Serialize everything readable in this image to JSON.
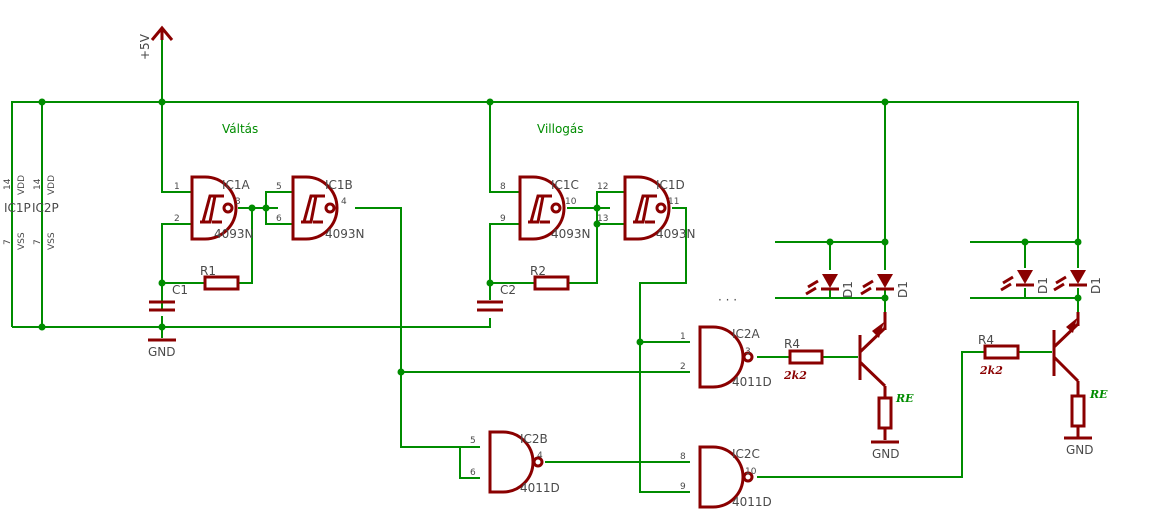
{
  "colors": {
    "wire": "#008c00",
    "component": "#8a0000",
    "label": "#4a4a4a",
    "background": "#ffffff"
  },
  "supply": {
    "label": "+5V"
  },
  "sections": {
    "valtas": "Váltás",
    "villogas": "Villogás"
  },
  "power_pins": {
    "ic1": {
      "name": "IC1P",
      "vdd_pin": "14",
      "vdd": "VDD",
      "vss_pin": "7",
      "vss": "VSS"
    },
    "ic2": {
      "name": "IC2P",
      "vdd_pin": "14",
      "vdd": "VDD",
      "vss_pin": "7",
      "vss": "VSS"
    }
  },
  "gates": {
    "ic1a": {
      "name": "IC1A",
      "type": "4093N",
      "in1": "1",
      "in2": "2",
      "out": "3"
    },
    "ic1b": {
      "name": "IC1B",
      "type": "4093N",
      "in1": "5",
      "in2": "6",
      "out": "4"
    },
    "ic1c": {
      "name": "IC1C",
      "type": "4093N",
      "in1": "8",
      "in2": "9",
      "out": "10"
    },
    "ic1d": {
      "name": "IC1D",
      "type": "4093N",
      "in1": "12",
      "in2": "13",
      "out": "11"
    },
    "ic2a": {
      "name": "IC2A",
      "type": "4011D",
      "in1": "1",
      "in2": "2",
      "out": "3"
    },
    "ic2b": {
      "name": "IC2B",
      "type": "4011D",
      "in1": "5",
      "in2": "6",
      "out": "4"
    },
    "ic2c": {
      "name": "IC2C",
      "type": "4011D",
      "in1": "8",
      "in2": "9",
      "out": "10"
    }
  },
  "passives": {
    "r1": "R1",
    "r2": "R2",
    "c1": "C1",
    "c2": "C2",
    "r4_left": {
      "name": "R4",
      "value": "2k2"
    },
    "r4_right": {
      "name": "R4",
      "value": "2k2"
    },
    "re_left": "RE",
    "re_right": "RE"
  },
  "leds": {
    "led": "D1"
  },
  "grounds": {
    "gnd": "GND"
  },
  "ellipsis": "·  ·  ·"
}
